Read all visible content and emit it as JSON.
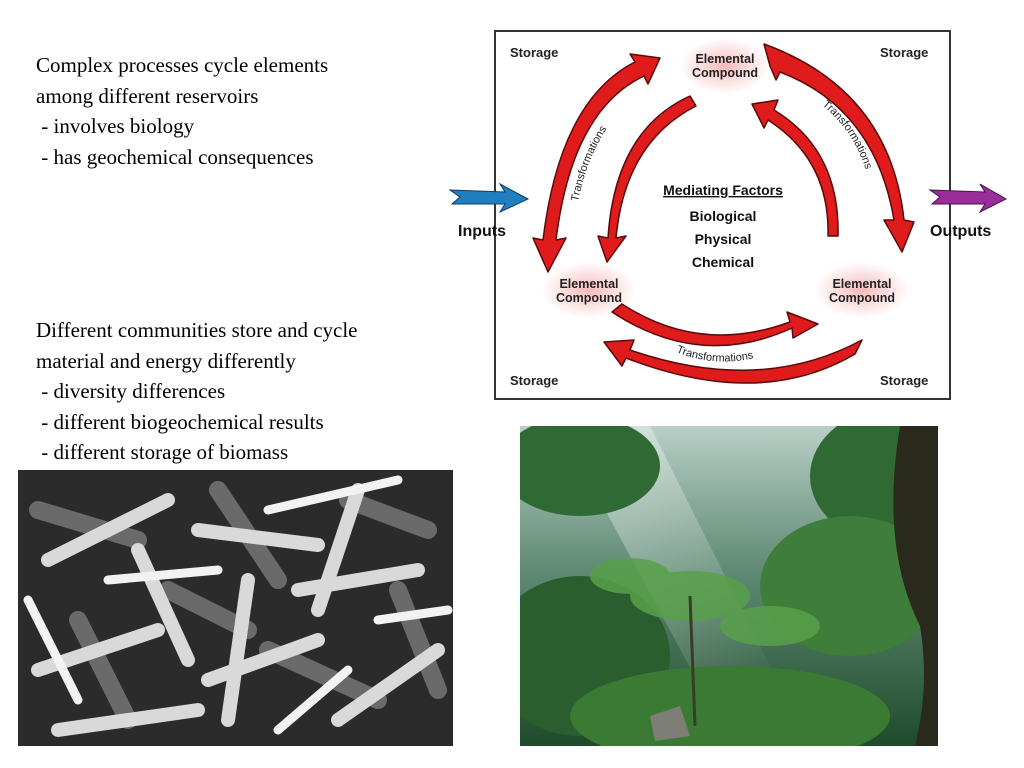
{
  "text_block_1": {
    "lines": [
      "Complex processes cycle elements",
      "among different reservoirs",
      " - involves biology",
      " - has geochemical consequences"
    ]
  },
  "text_block_2": {
    "lines": [
      "Different communities store and cycle",
      "material and energy differently",
      " - diversity differences",
      " - different biogeochemical results",
      " - different storage of biomass"
    ]
  },
  "diagram": {
    "storage_labels": [
      "Storage",
      "Storage",
      "Storage",
      "Storage"
    ],
    "inputs_label": "Inputs",
    "outputs_label": "Outputs",
    "compound_labels": [
      {
        "line1": "Elemental",
        "line2": "Compound"
      },
      {
        "line1": "Elemental",
        "line2": "Compound"
      },
      {
        "line1": "Elemental",
        "line2": "Compound"
      }
    ],
    "transformations_label": "Transformations",
    "mediating_title": "Mediating Factors",
    "mediating_items": [
      "Biological",
      "Physical",
      "Chemical"
    ],
    "colors": {
      "arrow_red": "#e01b1b",
      "inputs_arrow": "#1f7fc1",
      "outputs_arrow": "#9b2d9b",
      "glow": "#f6b6b6"
    }
  },
  "photos": {
    "bacteria": "bacteria-micrograph",
    "forest": "rainforest-photo"
  }
}
